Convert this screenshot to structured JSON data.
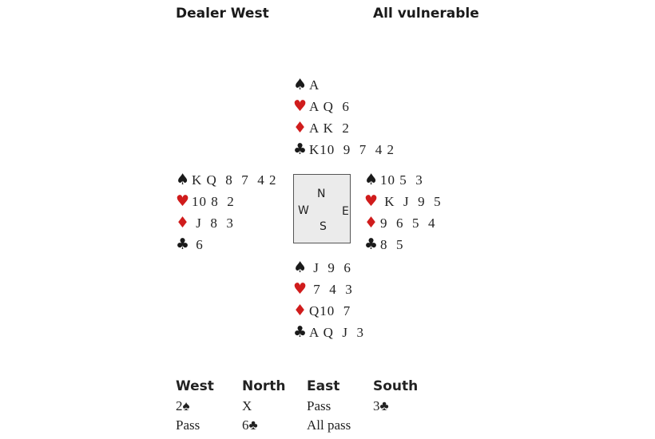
{
  "header": {
    "dealer": "Dealer West",
    "vulnerability": "All vulnerable"
  },
  "suits": {
    "spades": "♠",
    "hearts": "♥",
    "diamonds": "♦",
    "clubs": "♣"
  },
  "colors": {
    "red": "#d01c1c",
    "black": "#1a1a1a",
    "compass_bg": "#ebebeb"
  },
  "hands": {
    "north": {
      "spades": "A",
      "hearts": "A Q  6",
      "diamonds": "A K  2",
      "clubs": "K10  9  7  4 2"
    },
    "west": {
      "spades": "K Q  8  7  4 2",
      "hearts": "10 8  2",
      "diamonds": " J  8  3",
      "clubs": " 6"
    },
    "east": {
      "spades": "10 5  3",
      "hearts": " K  J  9  5",
      "diamonds": "9  6  5  4",
      "clubs": "8  5"
    },
    "south": {
      "spades": " J  9  6",
      "hearts": " 7  4  3",
      "diamonds": "Q10  7",
      "clubs": "A Q  J  3"
    }
  },
  "compass": {
    "n": "N",
    "s": "S",
    "e": "E",
    "w": "W"
  },
  "auction": {
    "headers": [
      "West",
      "North",
      "East",
      "South"
    ],
    "columns": [
      [
        "2♠",
        "Pass"
      ],
      [
        "X",
        "6♣"
      ],
      [
        "Pass",
        "All pass"
      ],
      [
        "3♣"
      ]
    ]
  }
}
